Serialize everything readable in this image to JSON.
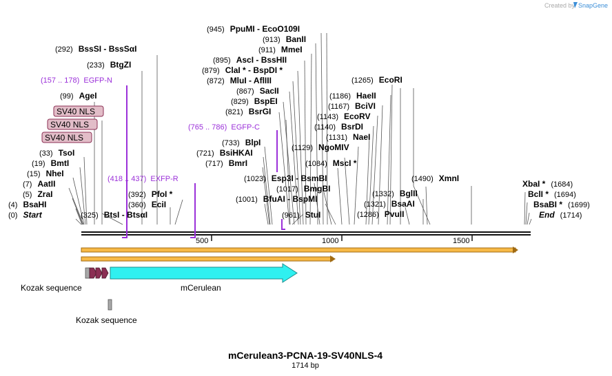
{
  "credit": {
    "prefix": "Created by",
    "brand": "SnapGene"
  },
  "title": "mCerulean3-PCNA-19-SV40NLS-4",
  "length_label": "1714 bp",
  "ruler": {
    "ticks": [
      "500",
      "1000",
      "1500"
    ]
  },
  "enzymes": [
    {
      "pos": "(945)",
      "name": "PpuMI",
      "sep": " - ",
      "name2": "EcoO109I"
    },
    {
      "pos": "(913)",
      "name": "BanII"
    },
    {
      "pos": "(911)",
      "name": "MmeI"
    },
    {
      "pos": "(895)",
      "name": "AscI",
      "sep": " - ",
      "name2": "BssHII"
    },
    {
      "pos": "(879)",
      "name": "ClaI *",
      "sep": " - ",
      "name2": "BspDI *"
    },
    {
      "pos": "(872)",
      "name": "MluI",
      "sep": " - ",
      "name2": "AflIII"
    },
    {
      "pos": "(867)",
      "name": "SacII"
    },
    {
      "pos": "(829)",
      "name": "BspEI"
    },
    {
      "pos": "(821)",
      "name": "BsrGI"
    },
    {
      "pos": "(733)",
      "name": "BlpI"
    },
    {
      "pos": "(721)",
      "name": "BsiHKAI"
    },
    {
      "pos": "(717)",
      "name": "BmrI"
    },
    {
      "pos": "(1023)",
      "name": "Esp3I",
      "sep": " - ",
      "name2": "BsmBI"
    },
    {
      "pos": "(1017)",
      "name": "BmgBI"
    },
    {
      "pos": "(1001)",
      "name": "BfuAI",
      "sep": " - ",
      "name2": "BspMI"
    },
    {
      "pos": "(961)",
      "name": "StuI"
    },
    {
      "pos": "(1084)",
      "name": "MscI *"
    },
    {
      "pos": "(1129)",
      "name": "NgoMIV"
    },
    {
      "pos": "(1131)",
      "name": "NaeI"
    },
    {
      "pos": "(1140)",
      "name": "BsrDI"
    },
    {
      "pos": "(1143)",
      "name": "EcoRV"
    },
    {
      "pos": "(1167)",
      "name": "BciVI"
    },
    {
      "pos": "(1186)",
      "name": "HaeII"
    },
    {
      "pos": "(1265)",
      "name": "EcoRI"
    },
    {
      "pos": "(1332)",
      "name": "BglII"
    },
    {
      "pos": "(1321)",
      "name": "BsaAI"
    },
    {
      "pos": "(1286)",
      "name": "PvuII"
    },
    {
      "pos": "(1490)",
      "name": "XmnI"
    },
    {
      "pos": "(292)",
      "name": "BssSI",
      "sep": " - ",
      "name2": "BssSαI"
    },
    {
      "pos": "(233)",
      "name": "BtgZI"
    },
    {
      "pos": "(99)",
      "name": "AgeI"
    },
    {
      "pos": "(33)",
      "name": "TsoI"
    },
    {
      "pos": "(19)",
      "name": "BmtI"
    },
    {
      "pos": "(15)",
      "name": "NheI"
    },
    {
      "pos": "(7)",
      "name": "AatII"
    },
    {
      "pos": "(5)",
      "name": "ZraI"
    },
    {
      "pos": "(4)",
      "name": "BsaHI"
    },
    {
      "pos": "(0)",
      "name": "Start",
      "italic": true
    },
    {
      "pos": "(325)",
      "name": "BtsI",
      "sep": " - ",
      "name2": "BtsαI"
    },
    {
      "pos": "(392)",
      "name": "PfoI *"
    },
    {
      "pos": "(360)",
      "name": "EciI"
    },
    {
      "pos": "(1684)",
      "name": "XbaI *"
    },
    {
      "pos": "(1694)",
      "name": "BclI *"
    },
    {
      "pos": "(1699)",
      "name": "BsaBI *"
    },
    {
      "pos": "(1714)",
      "name": "End",
      "italic": true
    }
  ],
  "primers": [
    {
      "label": "(157 .. 178)  EGFP-N"
    },
    {
      "label": "(418 .. 437)  EXFP-R"
    },
    {
      "label": "(765 .. 786)  EGFP-C"
    }
  ],
  "nls_boxes": [
    "SV40 NLS",
    "SV40 NLS",
    "SV40 NLS"
  ],
  "features": [
    {
      "label": "Kozak sequence"
    },
    {
      "label": "mCerulean"
    },
    {
      "label": "Kozak sequence"
    }
  ],
  "colors": {
    "primer": "#9b30d9",
    "orf_fill": "#f7b947",
    "orf_stroke": "#a06a12",
    "mcerulean": "#2ff0f0",
    "nls_fill": "#8b2e53",
    "nls_label_fill": "#e2bdc8",
    "kozak": "#a8a8a8",
    "snapgene": "#3c8fd8"
  }
}
